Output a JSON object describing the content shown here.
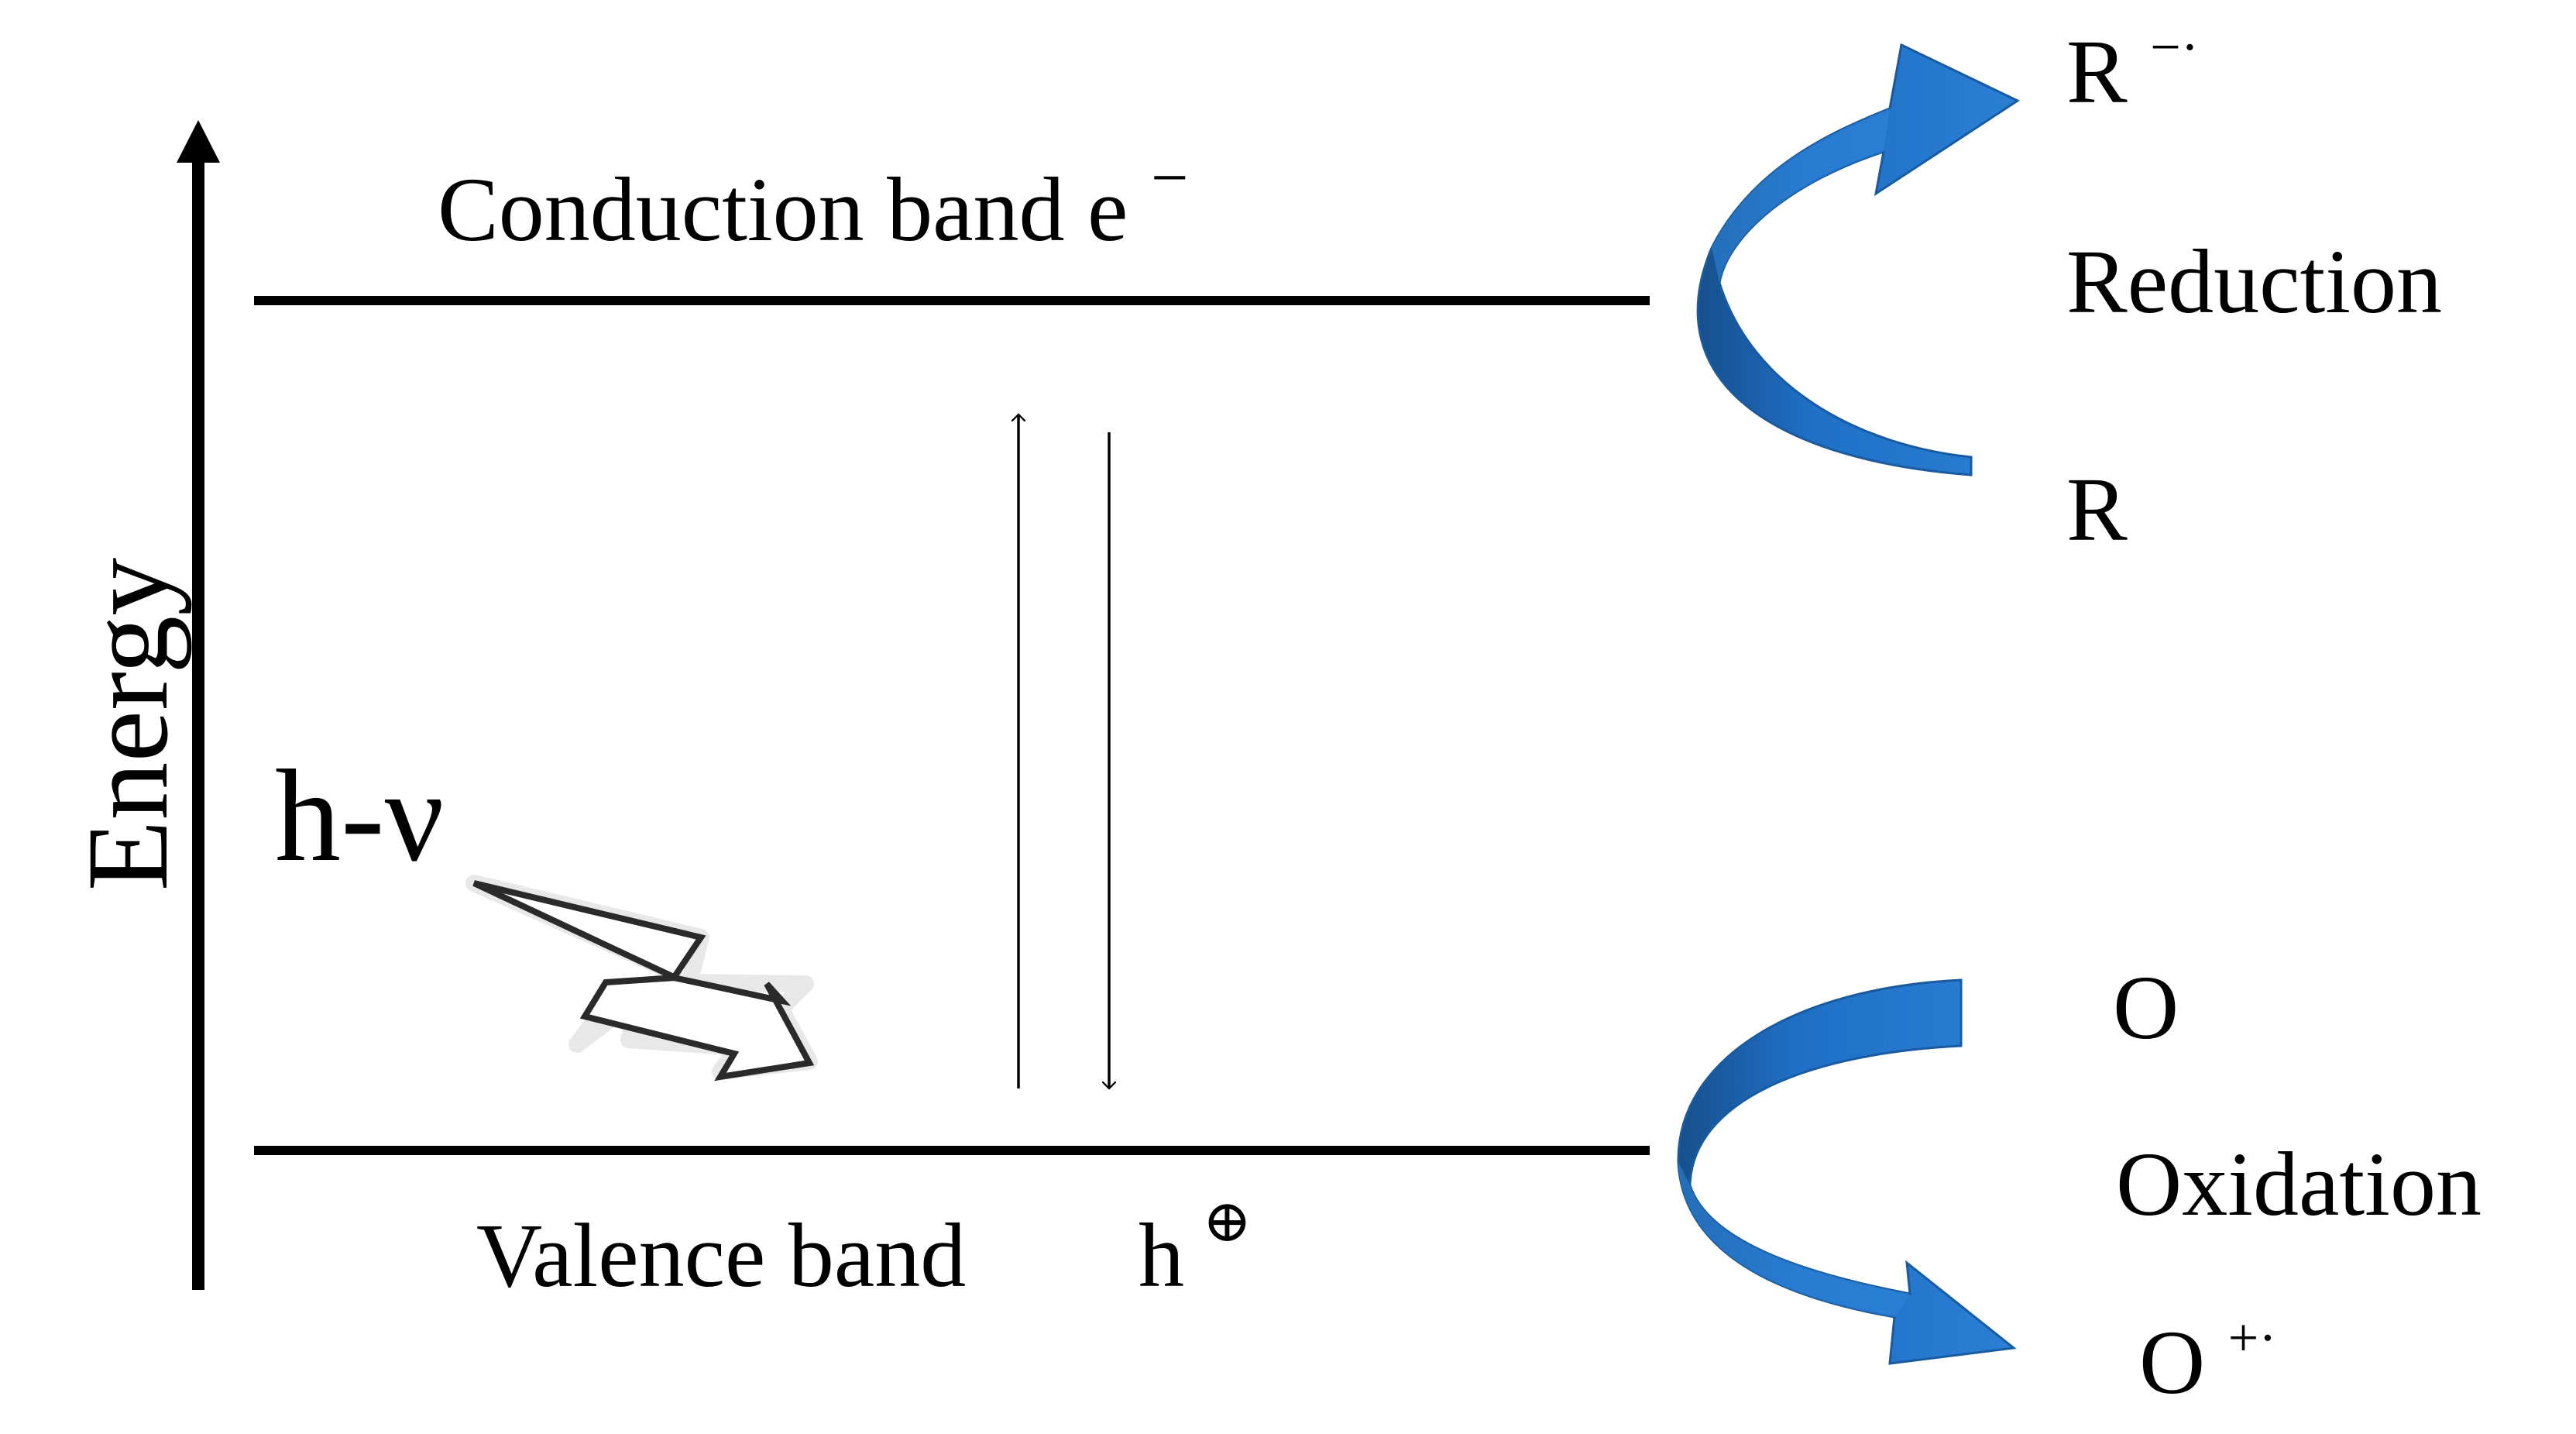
{
  "energy_axis": {
    "label": "Energy"
  },
  "conduction_band": {
    "label": "Conduction band e",
    "charge": "−"
  },
  "valence_band": {
    "label": "Valence band",
    "carrier": "h",
    "charge": "⊕"
  },
  "photon": {
    "label": "h-ν"
  },
  "reduction": {
    "product_base": "R",
    "product_charge": "−·",
    "process_label": "Reduction",
    "reactant": "R"
  },
  "oxidation": {
    "reactant": "O",
    "process_label": "Oxidation",
    "product_base": "O",
    "product_charge": "+·"
  },
  "colors": {
    "line": "#000000",
    "arrow_fill": "#1f6fc7",
    "arrow_dark": "#15508f",
    "arrow_light": "#3d8ad8",
    "lightning_fill": "#ffffff",
    "lightning_stroke": "#222222"
  },
  "icons": {
    "photon": "lightning-bolt-icon",
    "reduction": "curved-arrow-up-icon",
    "oxidation": "curved-arrow-down-icon"
  }
}
